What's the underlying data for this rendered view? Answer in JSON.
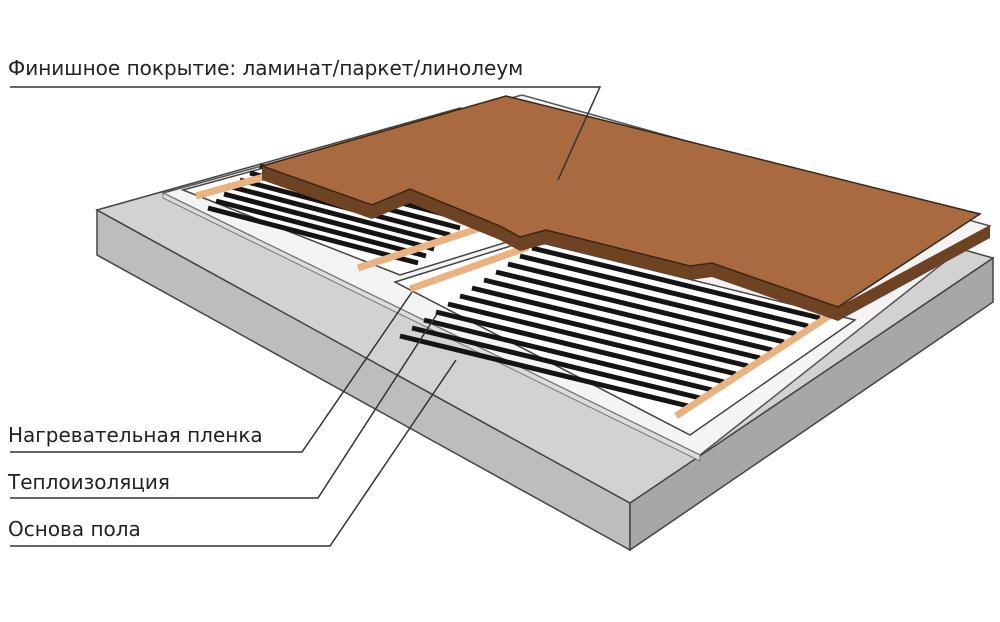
{
  "labels": {
    "finish": "Финишное покрытие: ламинат/паркет/линолеум",
    "film": "Нагревательная пленка",
    "insulation": "Теплоизоляция",
    "base": "Основа пола"
  },
  "colors": {
    "base_top": "#d2d2d2",
    "base_front": "#bdbdbd",
    "base_side": "#a7a7a7",
    "insulation": "#f4f4f4",
    "finish_top": "#a86a3e",
    "finish_edge": "#6e4323",
    "film_background": "#ffffff",
    "heating_strip": "#141414",
    "busbar": "#e9b27e",
    "leader_line": "#333333"
  }
}
